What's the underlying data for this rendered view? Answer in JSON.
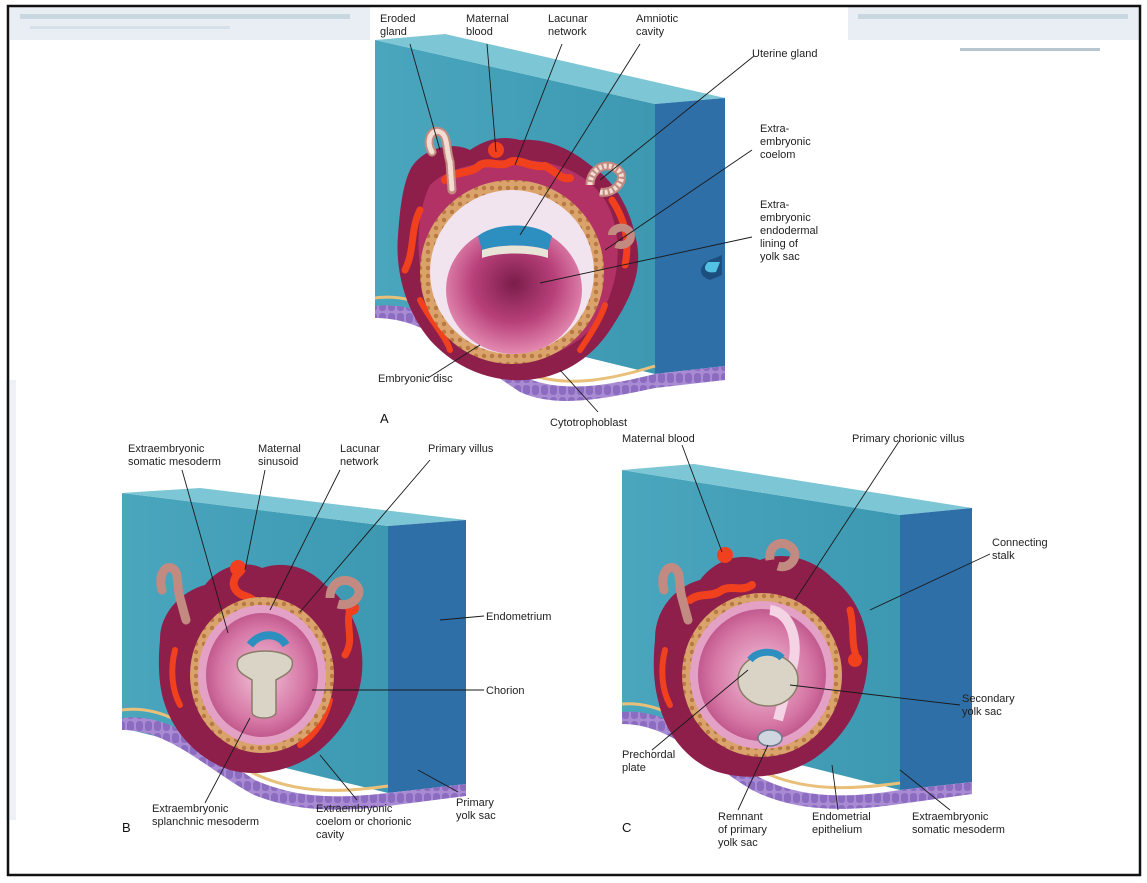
{
  "panels": [
    {
      "letter": "A",
      "labels": {
        "eroded_gland": [
          "Eroded",
          "gland"
        ],
        "maternal_blood": [
          "Maternal",
          "blood"
        ],
        "lacunar_network": [
          "Lacunar",
          "network"
        ],
        "amniotic_cavity": [
          "Amniotic",
          "cavity"
        ],
        "uterine_gland": [
          "Uterine gland"
        ],
        "extraembryonic_coelom": [
          "Extra-",
          "embryonic",
          "coelom"
        ],
        "extraembryonic_endodermal_lining": [
          "Extra-",
          "embryonic",
          "endodermal",
          "lining of",
          "yolk sac"
        ],
        "embryonic_disc": [
          "Embryonic disc"
        ],
        "cytotrophoblast": [
          "Cytotrophoblast"
        ]
      }
    },
    {
      "letter": "B",
      "labels": {
        "extraembryonic_somatic_mesoderm": [
          "Extraembryonic",
          "somatic mesoderm"
        ],
        "maternal_sinusoid": [
          "Maternal",
          "sinusoid"
        ],
        "lacunar_network": [
          "Lacunar",
          "network"
        ],
        "primary_villus": [
          "Primary villus"
        ],
        "endometrium": [
          "Endometrium"
        ],
        "chorion": [
          "Chorion"
        ],
        "extraembryonic_splanchnic_mesoderm": [
          "Extraembryonic",
          "splanchnic mesoderm"
        ],
        "extraembryonic_coelom_or_chorionic_cavity": [
          "Extraembryonic",
          "coelom or chorionic",
          "cavity"
        ],
        "primary_yolk_sac": [
          "Primary",
          "yolk sac"
        ]
      }
    },
    {
      "letter": "C",
      "labels": {
        "maternal_blood": [
          "Maternal blood"
        ],
        "primary_chorionic_villus": [
          "Primary chorionic villus"
        ],
        "connecting_stalk": [
          "Connecting",
          "stalk"
        ],
        "secondary_yolk_sac": [
          "Secondary",
          "yolk sac"
        ],
        "prechordal_plate": [
          "Prechordal",
          "plate"
        ],
        "remnant_of_primary_yolk_sac": [
          "Remnant",
          "of primary",
          "yolk sac"
        ],
        "endometrial_epithelium": [
          "Endometrial",
          "epithelium"
        ],
        "extraembryonic_somatic_mesoderm": [
          "Extraembryonic",
          "somatic mesoderm"
        ]
      }
    }
  ],
  "colors": {
    "endometrium_face": "#4aa6bd",
    "endometrium_top": "#7cc6d6",
    "endometrium_side": "#2f6fa8",
    "syncytiotrophoblast": "#8e1f4a",
    "maternal_blood": "#f0401d",
    "cytotrophoblast": "#d9a36a",
    "yolk_sac": "#c7558a",
    "amnion": "#2d8fbf",
    "epithelium": "#9c7fc9",
    "frame_border": "#111111"
  }
}
